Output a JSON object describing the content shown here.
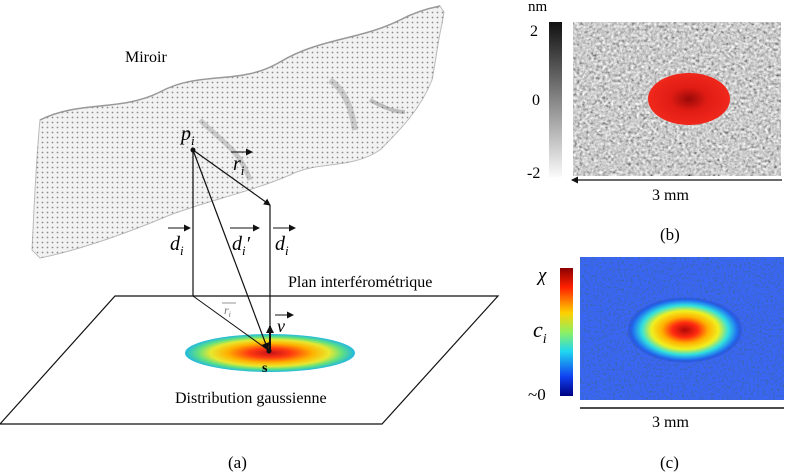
{
  "panel_a": {
    "mirror_label": "Miroir",
    "point_label": "p",
    "point_sub": "i",
    "vec_r": "r",
    "vec_r_sub": "i",
    "vec_d_left": "d",
    "vec_d_left_sub": "i",
    "vec_d_prime": "d",
    "vec_d_prime_sub": "i",
    "vec_d_prime_mark": "′",
    "vec_d_right": "d",
    "vec_d_right_sub": "i",
    "vec_v": "v",
    "vec_r_proj": "r",
    "vec_r_proj_sub": "i",
    "plane_label": "Plan interférométrique",
    "source_label": "s",
    "distribution_label": "Distribution gaussienne",
    "caption": "(a)"
  },
  "panel_b": {
    "unit_label": "nm",
    "colorbar_ticks": [
      "2",
      "0",
      "-2"
    ],
    "scale_label": "3 mm",
    "caption": "(b)",
    "colors": {
      "spot": "#e8201a",
      "spot_core": "#b8100c"
    }
  },
  "panel_c": {
    "colorbar_top": "χ",
    "colorbar_mid": "c",
    "colorbar_mid_sub": "i",
    "colorbar_bottom": "~0",
    "scale_label": "3 mm",
    "caption": "(c)",
    "colors": {
      "background": "#1530b0",
      "core": "#c01010"
    }
  }
}
